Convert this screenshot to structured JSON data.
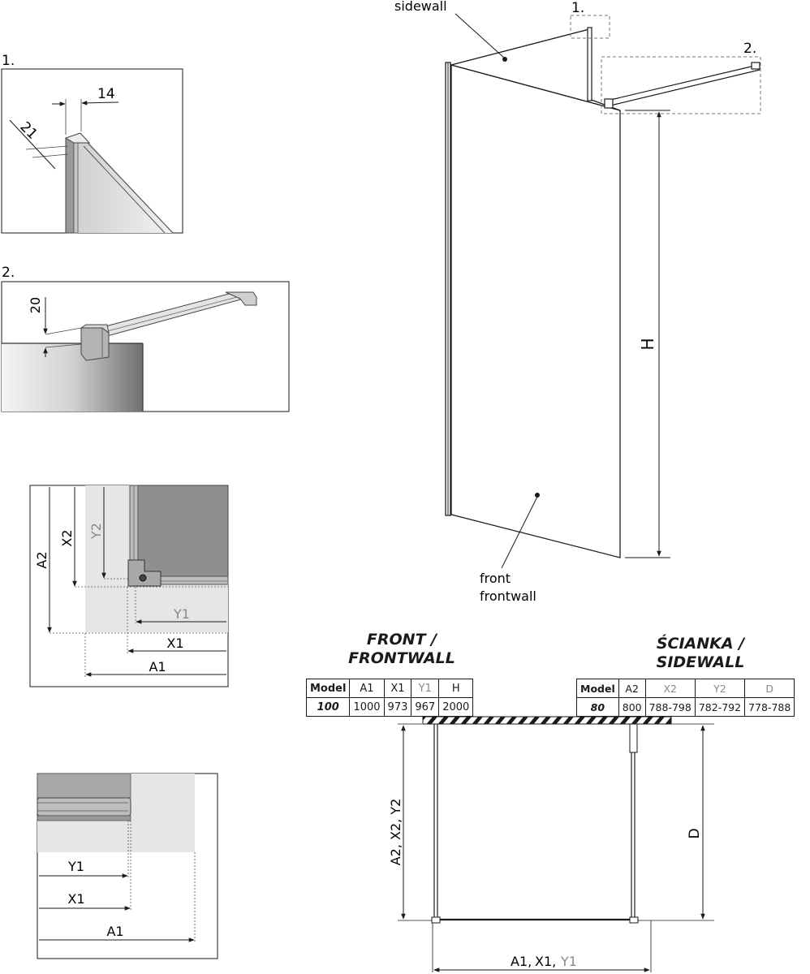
{
  "diagram": {
    "main": {
      "sidewall_label": "sidewall",
      "front_label": "front",
      "frontwall_label": "frontwall",
      "callout_1": "1.",
      "callout_2": "2.",
      "height_label": "H"
    },
    "detail1": {
      "label": "1.",
      "dim_a": "14",
      "dim_b": "21"
    },
    "detail2": {
      "label": "2.",
      "dim_a": "20"
    },
    "corner": {
      "a2": "A2",
      "x2": "X2",
      "y2": "Y2",
      "y1": "Y1",
      "x1": "X1",
      "a1": "A1"
    },
    "bottom": {
      "y1": "Y1",
      "x1": "X1",
      "a1": "A1"
    },
    "plan": {
      "side_label": "A2, X2, Y2",
      "depth_label": "D",
      "width_a1": "A1,",
      "width_x1": "X1,",
      "width_y1": "Y1"
    }
  },
  "front_table": {
    "title_line1": "FRONT /",
    "title_line2": "FRONTWALL",
    "headers": [
      "Model",
      "A1",
      "X1",
      "Y1",
      "H"
    ],
    "row": [
      "100",
      "1000",
      "973",
      "967",
      "2000"
    ]
  },
  "side_table": {
    "title_line1": "ŚCIANKA /",
    "title_line2": "SIDEWALL",
    "headers": [
      "Model",
      "A2",
      "X2",
      "Y2",
      "D"
    ],
    "row": [
      "80",
      "800",
      "788-798",
      "782-792",
      "778-788"
    ]
  },
  "colors": {
    "line": "#1a1a1a",
    "grey_text": "#888888",
    "fill_light": "#e6e6e6",
    "fill_dark": "#8a8a8a"
  }
}
